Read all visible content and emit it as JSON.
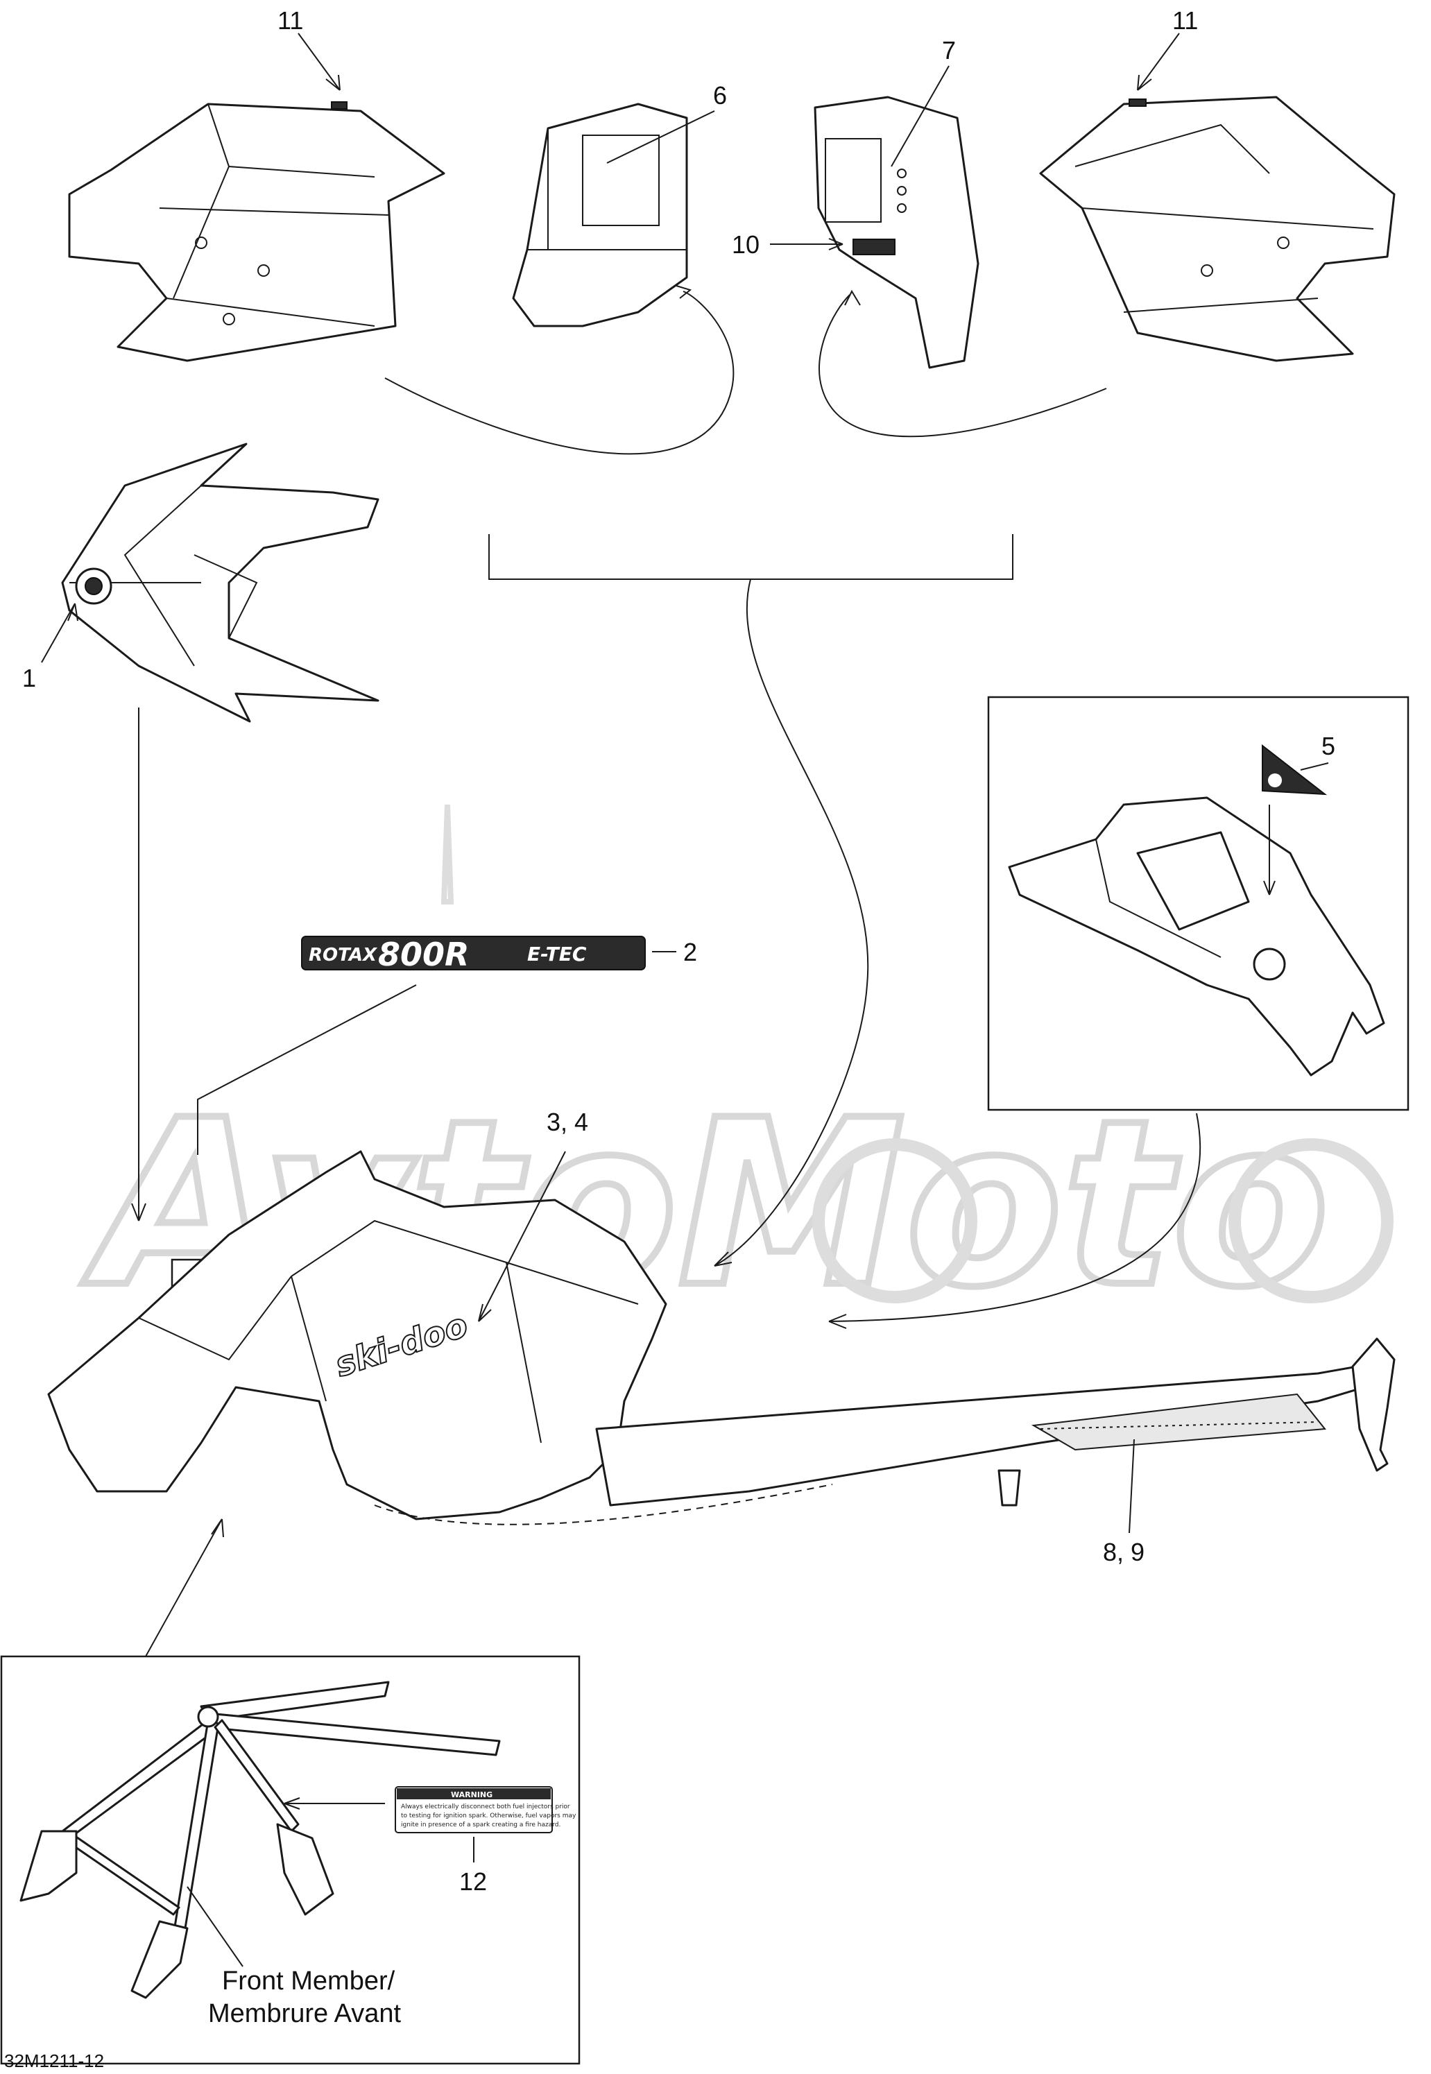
{
  "diagram": {
    "callouts": [
      "11",
      "6",
      "7",
      "11",
      "10",
      "1",
      "5",
      "2",
      "3, 4",
      "8, 9",
      "12"
    ],
    "front_member_caption": [
      "Front Member/",
      "Membrure Avant"
    ],
    "drawing_code": "32M1211-12",
    "decals": {
      "rotax_brand": "ROTAX",
      "rotax_model": "800R",
      "rotax_suffix": "E-TEC",
      "hood_logo": "ski-doo",
      "warning_title": "WARNING",
      "warning_lines": [
        "Always electrically disconnect both fuel injectors prior",
        "to testing for ignition spark. Otherwise, fuel vapors may",
        "ignite in presence of a spark creating a fire hazard."
      ]
    },
    "watermark": "AvtoMoto"
  }
}
